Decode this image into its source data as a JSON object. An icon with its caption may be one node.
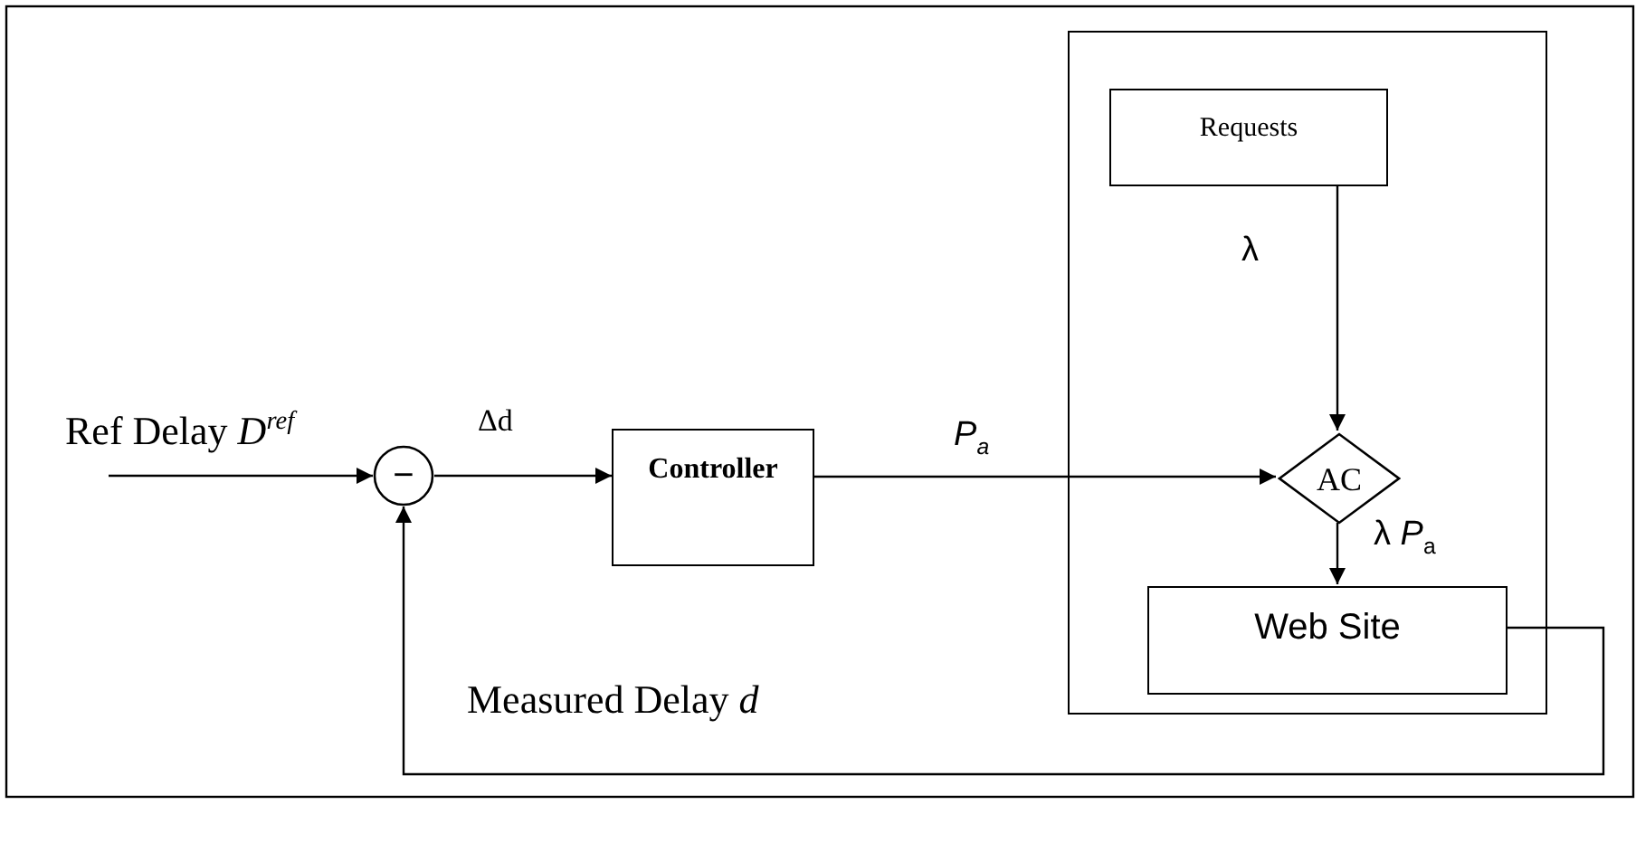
{
  "diagram": {
    "nodes": [
      {
        "text": [
          "−"
        ]
      },
      {
        "text": [
          "Controller"
        ]
      },
      {
        "text": [],
        "shape": "box"
      },
      {
        "text": [
          "Requests"
        ],
        "in": 2
      },
      {
        "text": [
          "AC"
        ],
        "in": 2
      },
      {
        "text": [
          "Web Site"
        ],
        "in": 2
      }
    ],
    "edges": [
      {
        "from": null,
        "to": 0,
        "arrow": "to",
        "label": "Ref Delay *D*$^{ref}$"
      },
      {
        "from": 0,
        "to": 1,
        "arrow": "to",
        "label": "Δd"
      },
      {
        "from": 1,
        "to": 4,
        "arrow": "to",
        "label": "P$_{a}$"
      },
      {
        "from": 3,
        "to": 4,
        "arrow": "to",
        "label": "λ"
      },
      {
        "from": 4,
        "to": 5,
        "arrow": "to",
        "label": "λ *P*$_{a}$"
      },
      {
        "from": 5,
        "to": 0,
        "arrow": "to",
        "label": "Measured Delay *d*"
      }
    ]
  }
}
